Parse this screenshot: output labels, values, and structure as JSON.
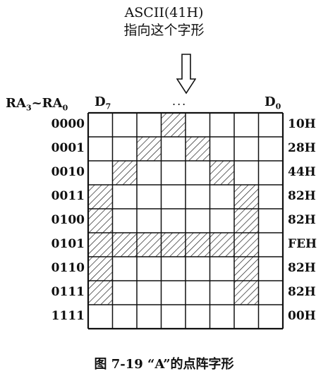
{
  "top_label": {
    "line1": "ASCII(41H)",
    "line2": "指向这个字形"
  },
  "ellipsis": "...",
  "header": {
    "addr_main": "RA",
    "addr_sub_hi": "3",
    "addr_sep": "~RA",
    "addr_sub_lo": "0",
    "d7_main": "D",
    "d7_sub": "7",
    "d0_main": "D",
    "d0_sub": "0"
  },
  "rows": [
    {
      "addr": "0000",
      "hex": "10H",
      "bits": [
        0,
        0,
        0,
        1,
        0,
        0,
        0,
        0
      ]
    },
    {
      "addr": "0001",
      "hex": "28H",
      "bits": [
        0,
        0,
        1,
        0,
        1,
        0,
        0,
        0
      ]
    },
    {
      "addr": "0010",
      "hex": "44H",
      "bits": [
        0,
        1,
        0,
        0,
        0,
        1,
        0,
        0
      ]
    },
    {
      "addr": "0011",
      "hex": "82H",
      "bits": [
        1,
        0,
        0,
        0,
        0,
        0,
        1,
        0
      ]
    },
    {
      "addr": "0100",
      "hex": "82H",
      "bits": [
        1,
        0,
        0,
        0,
        0,
        0,
        1,
        0
      ]
    },
    {
      "addr": "0101",
      "hex": "FEH",
      "bits": [
        1,
        1,
        1,
        1,
        1,
        1,
        1,
        0
      ]
    },
    {
      "addr": "0110",
      "hex": "82H",
      "bits": [
        1,
        0,
        0,
        0,
        0,
        0,
        1,
        0
      ]
    },
    {
      "addr": "0111",
      "hex": "82H",
      "bits": [
        1,
        0,
        0,
        0,
        0,
        0,
        1,
        0
      ]
    },
    {
      "addr": "1111",
      "hex": "00H",
      "bits": [
        0,
        0,
        0,
        0,
        0,
        0,
        0,
        0
      ]
    }
  ],
  "caption": "图 7-19  “A”的点阵字形"
}
